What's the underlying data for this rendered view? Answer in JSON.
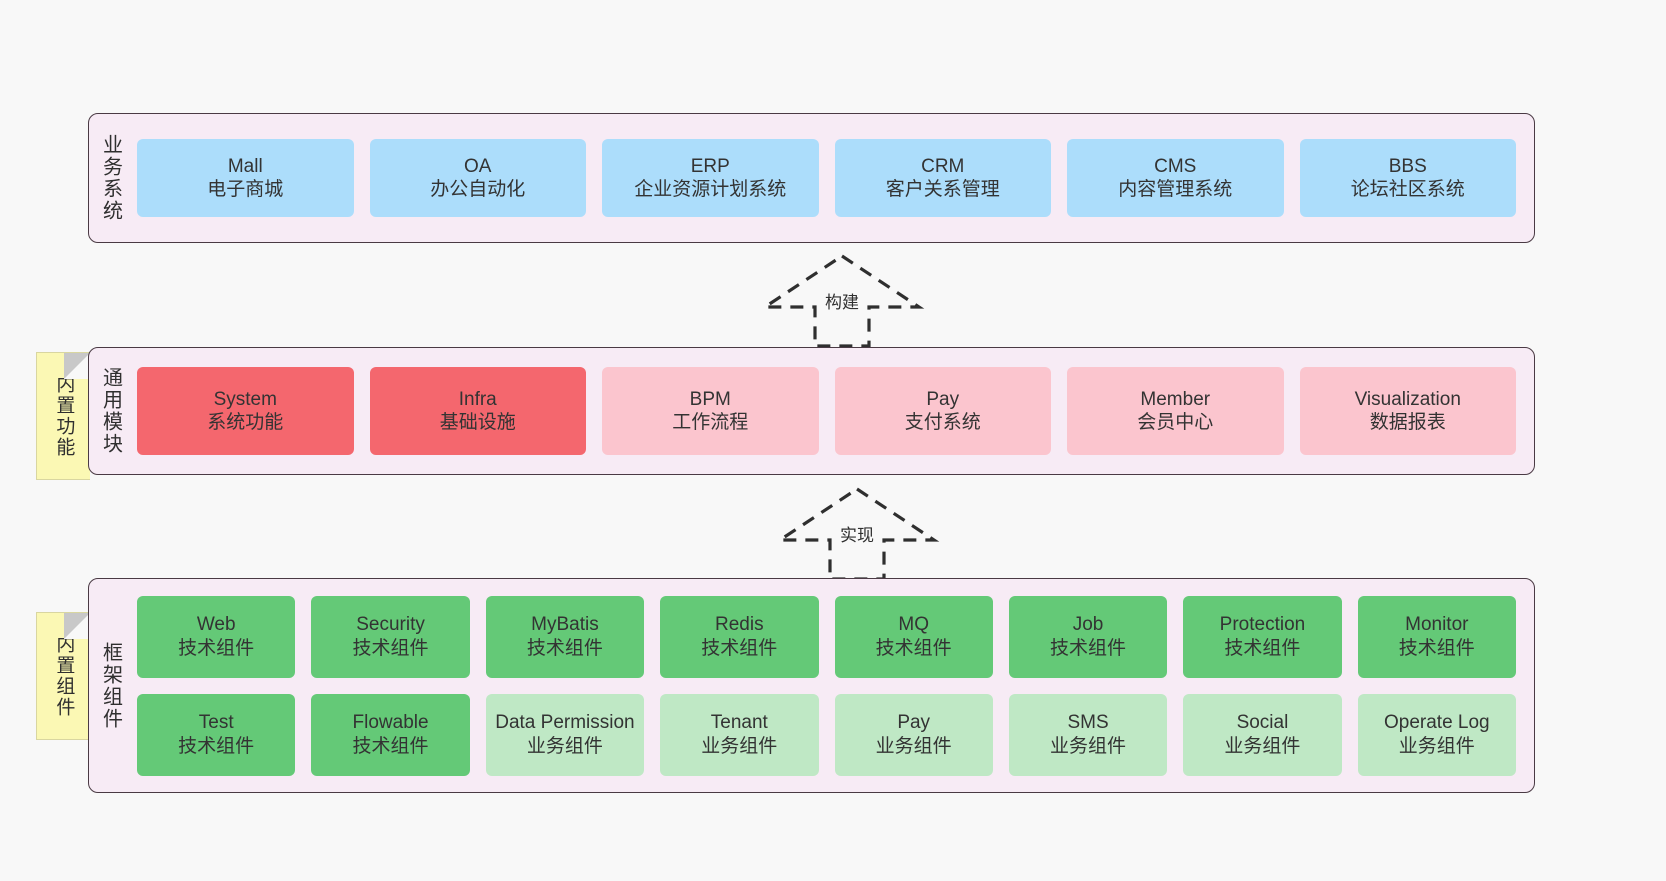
{
  "diagram": {
    "background": "#f8f8f8",
    "palette": {
      "panel": "#f7ebf5",
      "panel_border": "#4a3a44",
      "blue": "#ACDDFB",
      "red": "#F4676E",
      "pink": "#FBC5CE",
      "green": "#64C977",
      "green_light": "#BFE8C5",
      "tag_yellow": "#FBF8B4"
    }
  },
  "layers": {
    "business": {
      "title": "业务系统",
      "cards": [
        {
          "name": "Mall",
          "sub": "电子商城",
          "color": "blue"
        },
        {
          "name": "OA",
          "sub": "办公自动化",
          "color": "blue"
        },
        {
          "name": "ERP",
          "sub": "企业资源计划系统",
          "color": "blue"
        },
        {
          "name": "CRM",
          "sub": "客户关系管理",
          "color": "blue"
        },
        {
          "name": "CMS",
          "sub": "内容管理系统",
          "color": "blue"
        },
        {
          "name": "BBS",
          "sub": "论坛社区系统",
          "color": "blue"
        }
      ]
    },
    "common": {
      "title": "通用模块",
      "tag": "内置功能",
      "cards": [
        {
          "name": "System",
          "sub": "系统功能",
          "color": "red"
        },
        {
          "name": "Infra",
          "sub": "基础设施",
          "color": "red"
        },
        {
          "name": "BPM",
          "sub": "工作流程",
          "color": "pink"
        },
        {
          "name": "Pay",
          "sub": "支付系统",
          "color": "pink"
        },
        {
          "name": "Member",
          "sub": "会员中心",
          "color": "pink"
        },
        {
          "name": "Visualization",
          "sub": "数据报表",
          "color": "pink"
        }
      ]
    },
    "framework": {
      "title": "框架组件",
      "tag": "内置组件",
      "row1": [
        {
          "name": "Web",
          "sub": "技术组件",
          "color": "green"
        },
        {
          "name": "Security",
          "sub": "技术组件",
          "color": "green"
        },
        {
          "name": "MyBatis",
          "sub": "技术组件",
          "color": "green"
        },
        {
          "name": "Redis",
          "sub": "技术组件",
          "color": "green"
        },
        {
          "name": "MQ",
          "sub": "技术组件",
          "color": "green"
        },
        {
          "name": "Job",
          "sub": "技术组件",
          "color": "green"
        },
        {
          "name": "Protection",
          "sub": "技术组件",
          "color": "green"
        },
        {
          "name": "Monitor",
          "sub": "技术组件",
          "color": "green"
        }
      ],
      "row2": [
        {
          "name": "Test",
          "sub": "技术组件",
          "color": "green"
        },
        {
          "name": "Flowable",
          "sub": "技术组件",
          "color": "green"
        },
        {
          "name": "Data Permission",
          "sub": "业务组件",
          "color": "green_light"
        },
        {
          "name": "Tenant",
          "sub": "业务组件",
          "color": "green_light"
        },
        {
          "name": "Pay",
          "sub": "业务组件",
          "color": "green_light"
        },
        {
          "name": "SMS",
          "sub": "业务组件",
          "color": "green_light"
        },
        {
          "name": "Social",
          "sub": "业务组件",
          "color": "green_light"
        },
        {
          "name": "Operate Log",
          "sub": "业务组件",
          "color": "green_light"
        }
      ]
    }
  },
  "connectors": [
    {
      "label": "构建"
    },
    {
      "label": "实现"
    }
  ]
}
